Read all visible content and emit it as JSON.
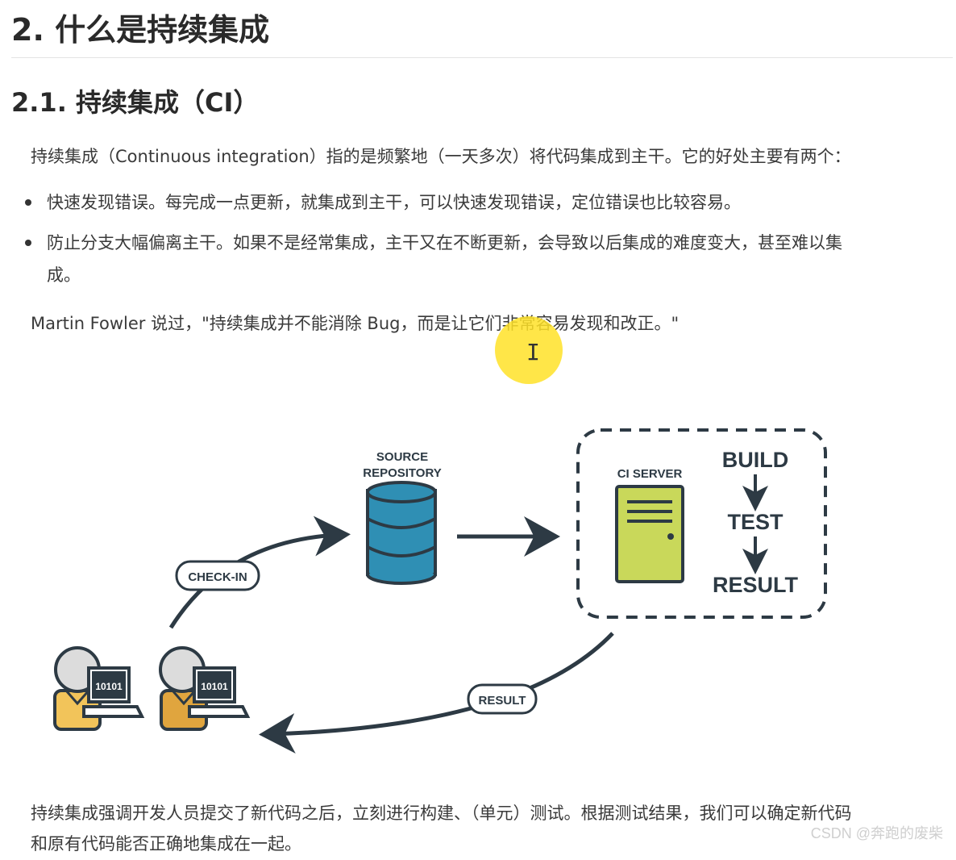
{
  "heading": "2. 什么是持续集成",
  "subheading": "2.1. 持续集成（CI）",
  "intro": "持续集成（Continuous integration）指的是频繁地（一天多次）将代码集成到主干。它的好处主要有两个：",
  "bullets": [
    {
      "text": "快速发现错误。每完成一点更新，就集成到主干，可以快速发现错误，定位错误也比较容易。"
    },
    {
      "line1": "防止分支大幅偏离主干。如果不是经常集成，主干又在不断更新，会导致以后集成的难度变大，甚至难以集",
      "line2": "成。"
    }
  ],
  "quote": "Martin Fowler 说过，\"持续集成并不能消除 Bug，而是让它们非常容易发现和改正。\"",
  "diagram": {
    "source_line1": "SOURCE",
    "source_line2": "REPOSITORY",
    "ci_server": "CI SERVER",
    "build": "BUILD",
    "test": "TEST",
    "result": "RESULT",
    "checkin_pill": "CHECK-IN",
    "result_pill": "RESULT",
    "dev1_code": "10101",
    "dev2_code": "10101",
    "colors": {
      "dark": "#2d3a44",
      "db": "#2f8fb4",
      "server": "#c9d85a",
      "dev_body": "#f2c45a",
      "dev_body2": "#e0a53e",
      "head": "#dcdcdc"
    }
  },
  "bottom_line1": "持续集成强调开发人员提交了新代码之后，立刻进行构建、（单元）测试。根据测试结果，我们可以确定新代码",
  "bottom_line2": "和原有代码能否正确地集成在一起。",
  "watermark": "CSDN @奔跑的废柴"
}
